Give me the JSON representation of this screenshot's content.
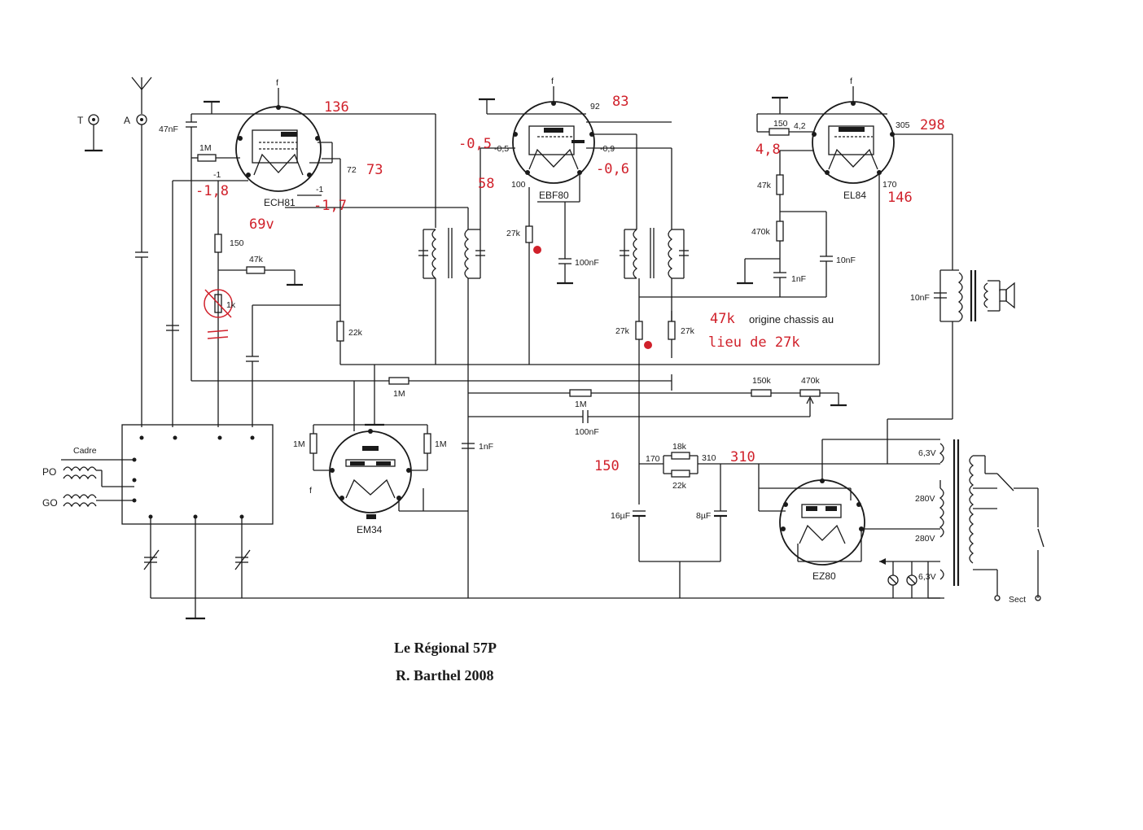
{
  "title": {
    "line1": "Le Régional 57P",
    "line2": "R. Barthel 2008"
  },
  "tubes": {
    "ech81": "ECH81",
    "ebf80": "EBF80",
    "el84": "EL84",
    "em34": "EM34",
    "ez80": "EZ80"
  },
  "terminals": {
    "earth": "T",
    "antenna": "A",
    "cadre": "Cadre",
    "po": "PO",
    "go": "GO",
    "sect": "Sect"
  },
  "filament": "f",
  "printed": {
    "c_47nF": "47nF",
    "r_1M_a": "1M",
    "v_m1_a": "-1",
    "v_m1_b": "-1",
    "v_72": "72",
    "r_150_a": "150",
    "r_47k_a": "47k",
    "pot_1k": "1k",
    "r_22k": "22k",
    "v_m05_ebf": "-0,5",
    "v_m09": "-0,9",
    "v_92": "92",
    "v_100": "100",
    "r_27k_a": "27k",
    "c_100nF_a": "100nF",
    "r_150_b": "150",
    "v_42": "4,2",
    "v_305": "305",
    "r_47k_b": "47k",
    "r_470k": "470k",
    "v_170_el": "170",
    "c_10nF_a": "10nF",
    "c_1nF_a": "1nF",
    "c_10nF_b": "10nF",
    "r_27k_b": "27k",
    "r_27k_c": "27k",
    "r_1M_b": "1M",
    "r_1M_c": "1M",
    "c_100nF_b": "100nF",
    "r_150k": "150k",
    "pot_470k": "470k",
    "r_1M_em_l": "1M",
    "r_1M_em_r": "1M",
    "c_1nF_b": "1nF",
    "v_170_ps": "170",
    "r_18k": "18k",
    "r_22k_ps": "22k",
    "v_310": "310",
    "c_16uF": "16µF",
    "c_8uF": "8µF",
    "v_63_top": "6,3V",
    "v_280_a": "280V",
    "v_280_b": "280V",
    "v_63_bot": "6,3V"
  },
  "annotations": {
    "a136": "136",
    "a73": "73",
    "a_m18": "-1,8",
    "a_m17": "-1,7",
    "a69v": "69v",
    "a_m05": "-0,5",
    "a58": "58",
    "a83": "83",
    "a_m06": "-0,6",
    "a48": "4,8",
    "a298": "298",
    "a146": "146",
    "a47k": "47k",
    "a_lieu": "lieu de 27k",
    "a150": "150",
    "a310": "310"
  },
  "note": "origine chassis au",
  "colors": {
    "ink": "#1a1a1a",
    "annotation": "#d0202a"
  }
}
